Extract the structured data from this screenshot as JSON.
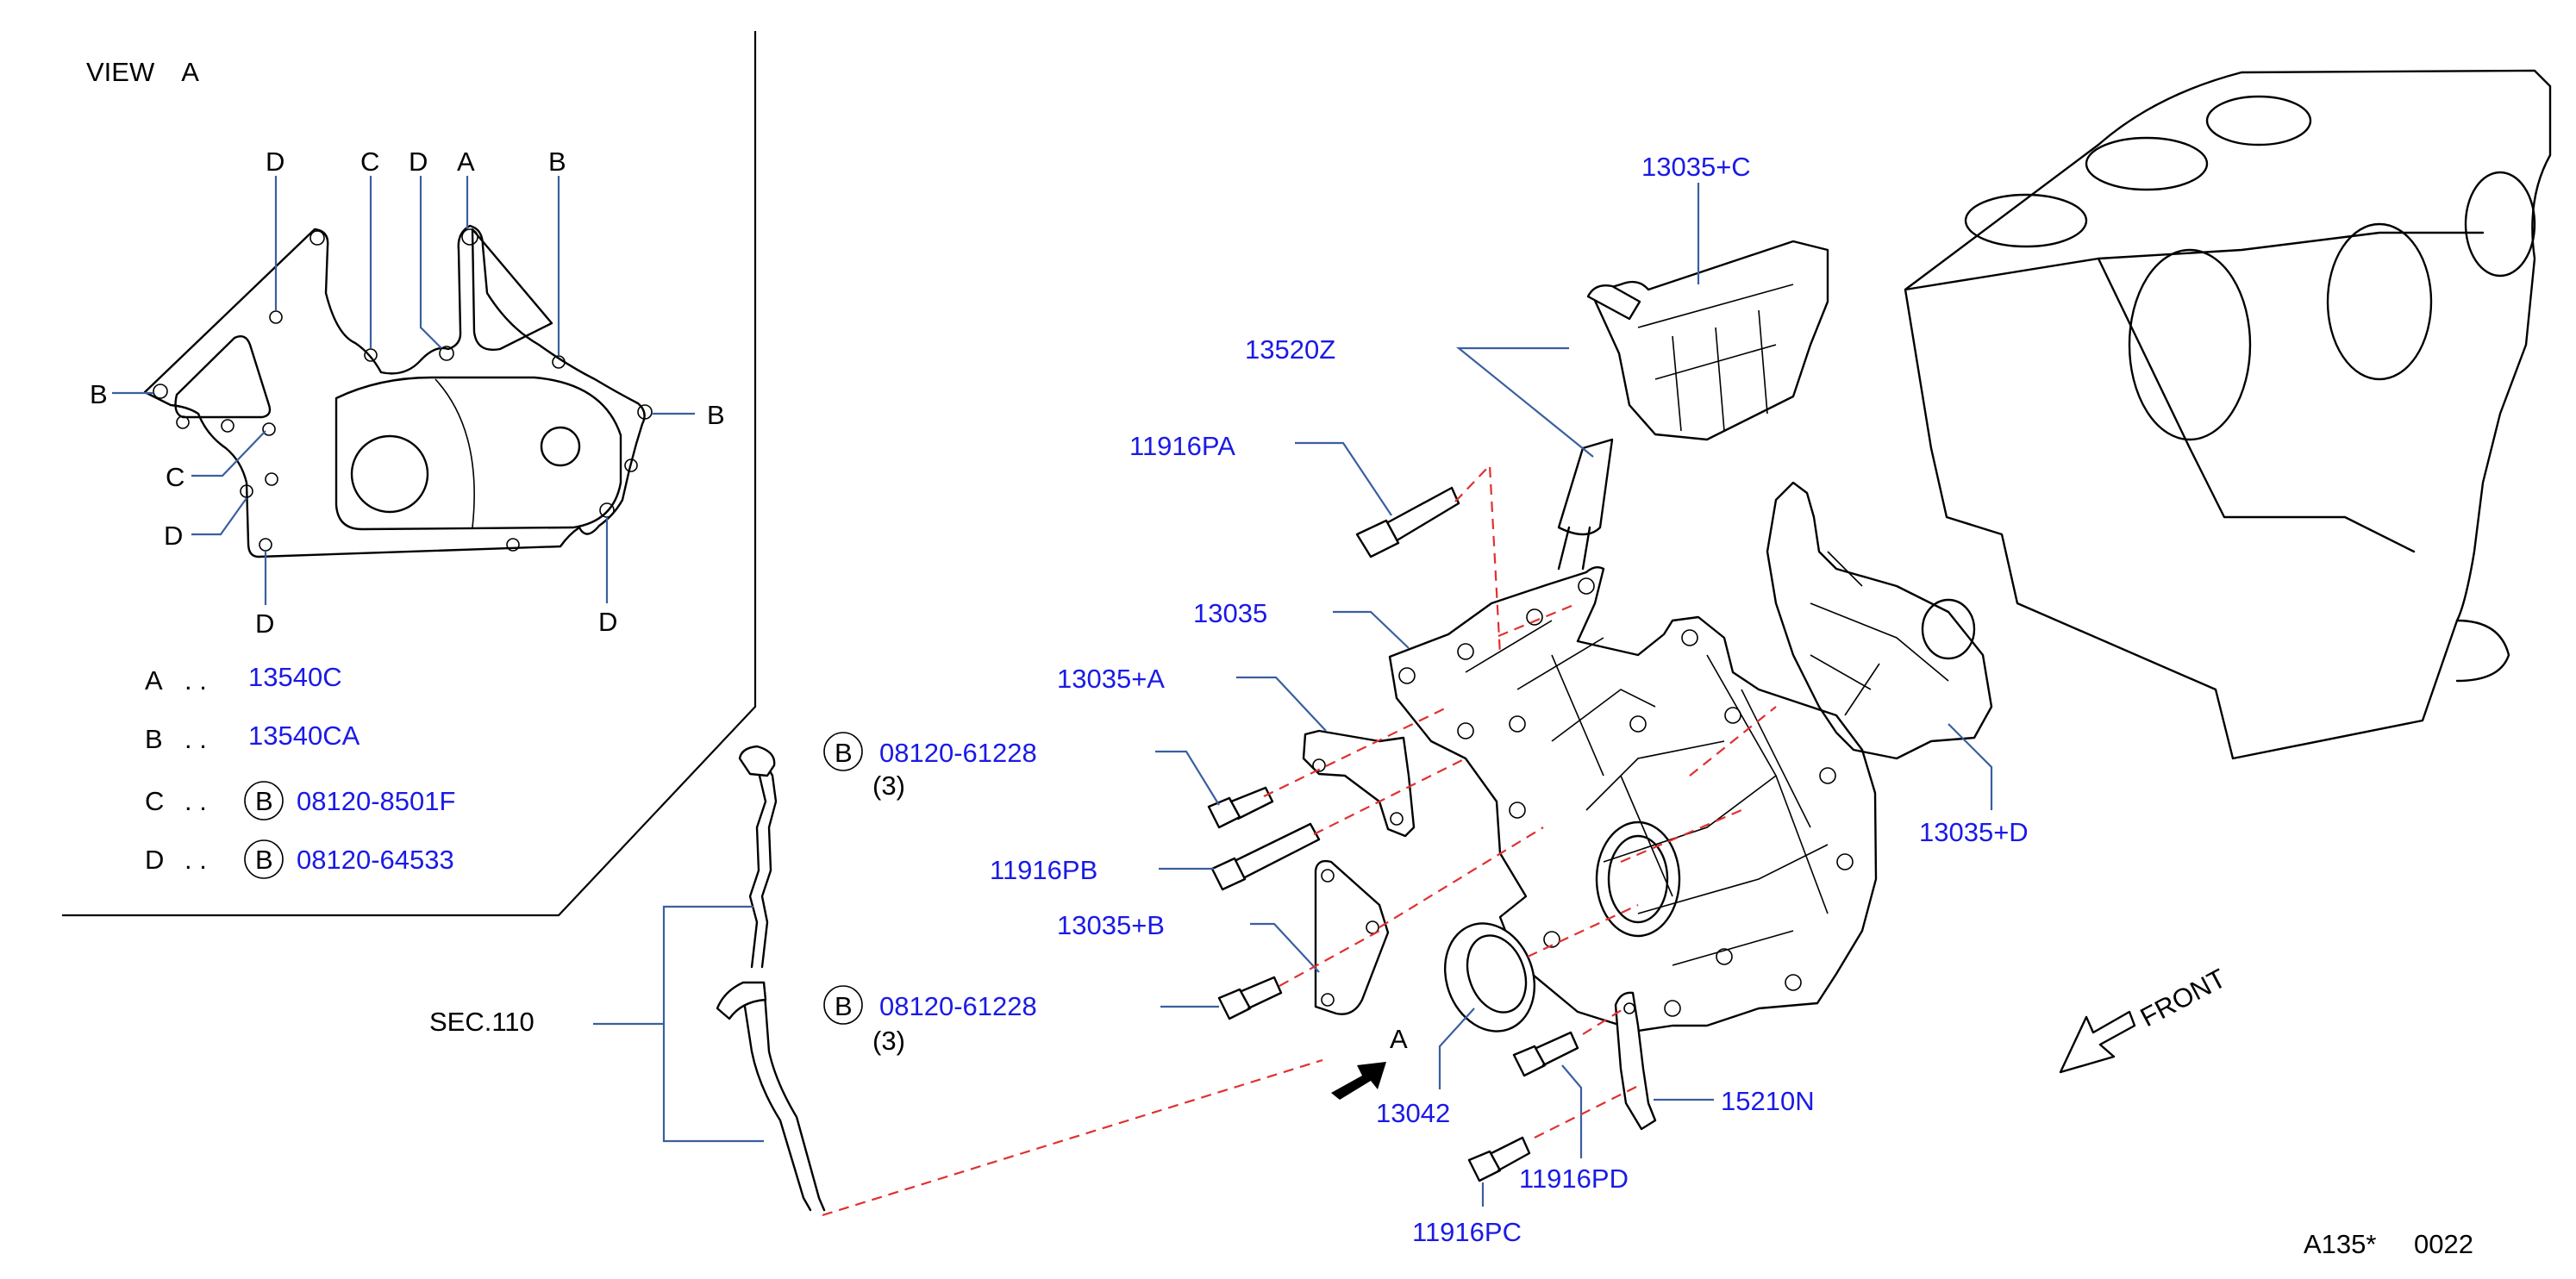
{
  "view": {
    "title": "VIEW　A",
    "callouts": {
      "d_top1": "D",
      "c_top": "C",
      "d_top2": "D",
      "a_top": "A",
      "b_top": "B",
      "b_left": "B",
      "b_right": "B",
      "c_left": "C",
      "d_left": "D",
      "d_bottom1": "D",
      "d_bottom2": "D"
    },
    "legend": [
      {
        "key": "A",
        "dots": ". .",
        "badge": "",
        "part": "13540C"
      },
      {
        "key": "B",
        "dots": ". .",
        "badge": "",
        "part": "13540CA"
      },
      {
        "key": "C",
        "dots": ". .",
        "badge": "B",
        "part": "08120-8501F"
      },
      {
        "key": "D",
        "dots": ". .",
        "badge": "B",
        "part": "08120-64533"
      }
    ]
  },
  "parts": {
    "p13035C": "13035+C",
    "p13520Z": "13520Z",
    "p11916PA": "11916PA",
    "p13035": "13035",
    "p13035A": "13035+A",
    "p08120_61228_top": "08120-61228",
    "qty_top": "(3)",
    "badge_top": "B",
    "p13035D": "13035+D",
    "p11916PB": "11916PB",
    "p13035B": "13035+B",
    "p08120_61228_bottom": "08120-61228",
    "qty_bottom": "(3)",
    "badge_bottom": "B",
    "sec110": "SEC.110",
    "view_arrow_label": "A",
    "p13042": "13042",
    "p15210N": "15210N",
    "p11916PD": "11916PD",
    "p11916PC": "11916PC",
    "front_label": "FRONT"
  },
  "footer": {
    "ref": "A135*",
    "code": "0022"
  },
  "colors": {
    "part_number": "#1a1ae6",
    "leader": "#3a5fa0",
    "dash": "#e03030",
    "ink": "#000000"
  }
}
